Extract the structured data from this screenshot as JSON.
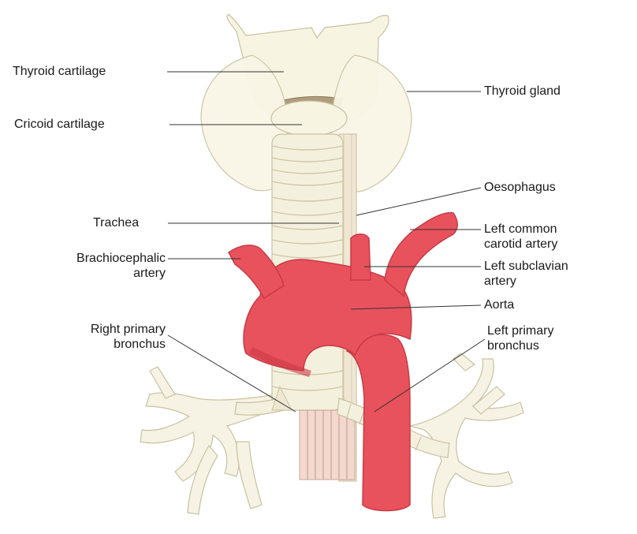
{
  "labels": {
    "thyroid_cartilage": "Thyroid cartilage",
    "cricoid_cartilage": "Cricoid cartilage",
    "thyroid_gland": "Thyroid gland",
    "oesophagus": "Oesophagus",
    "trachea": "Trachea",
    "left_common_carotid": [
      "Left common",
      "carotid artery"
    ],
    "brachiocephalic": [
      "Brachiocephalic",
      "artery"
    ],
    "left_subclavian": [
      "Left subclavian",
      "artery"
    ],
    "aorta": "Aorta",
    "right_primary_bronchus": [
      "Right primary",
      "bronchus"
    ],
    "left_primary_bronchus": [
      "Left primary",
      "bronchus"
    ]
  },
  "colors": {
    "artery": "#e8525c",
    "artery_dark": "#c93a44",
    "cartilage_fill": "#f7f4e2",
    "outline": "#c9c1a0",
    "leader_line": "#333333"
  }
}
